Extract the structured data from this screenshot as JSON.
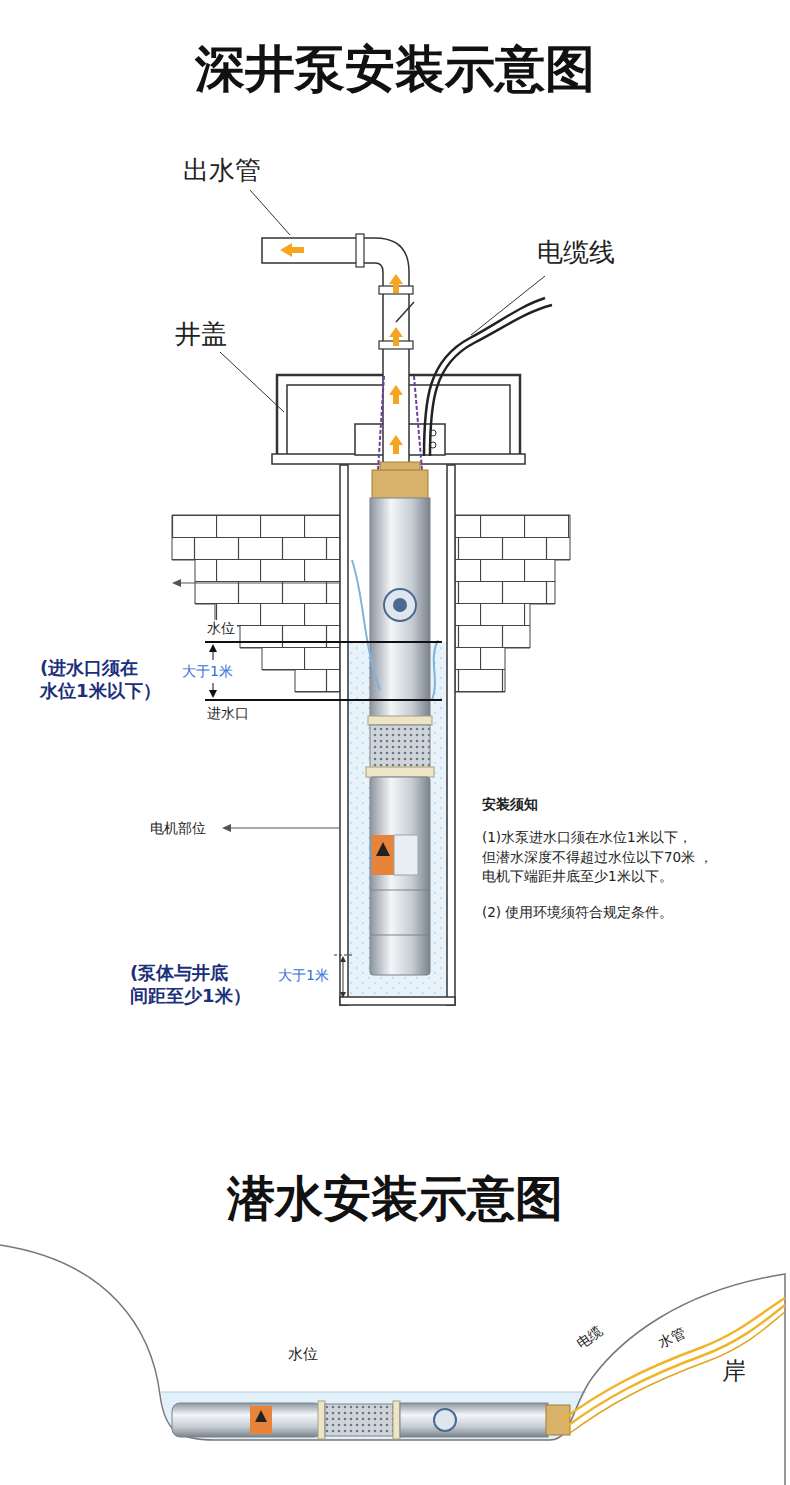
{
  "diagram": {
    "title": "深井泵安装示意图",
    "labels": [
      "出水管",
      "电缆线",
      "井盖",
      "水位",
      "(进水口须在 水位1米以下）",
      "大于1米",
      "进水口",
      "电机部位",
      "安装须知",
      "(1)水泵进水口须在水位1米以下， 但潜水深度不得超过水位以下70米 ，电机下端距井底至少1米以下。",
      "(2) 使用环境须符合规定条件。",
      "(泵体与井底 间距至少1米）",
      "大于1米",
      "潜水安装示意图",
      "水位",
      "电缆",
      "水管",
      "岸"
    ]
  }
}
